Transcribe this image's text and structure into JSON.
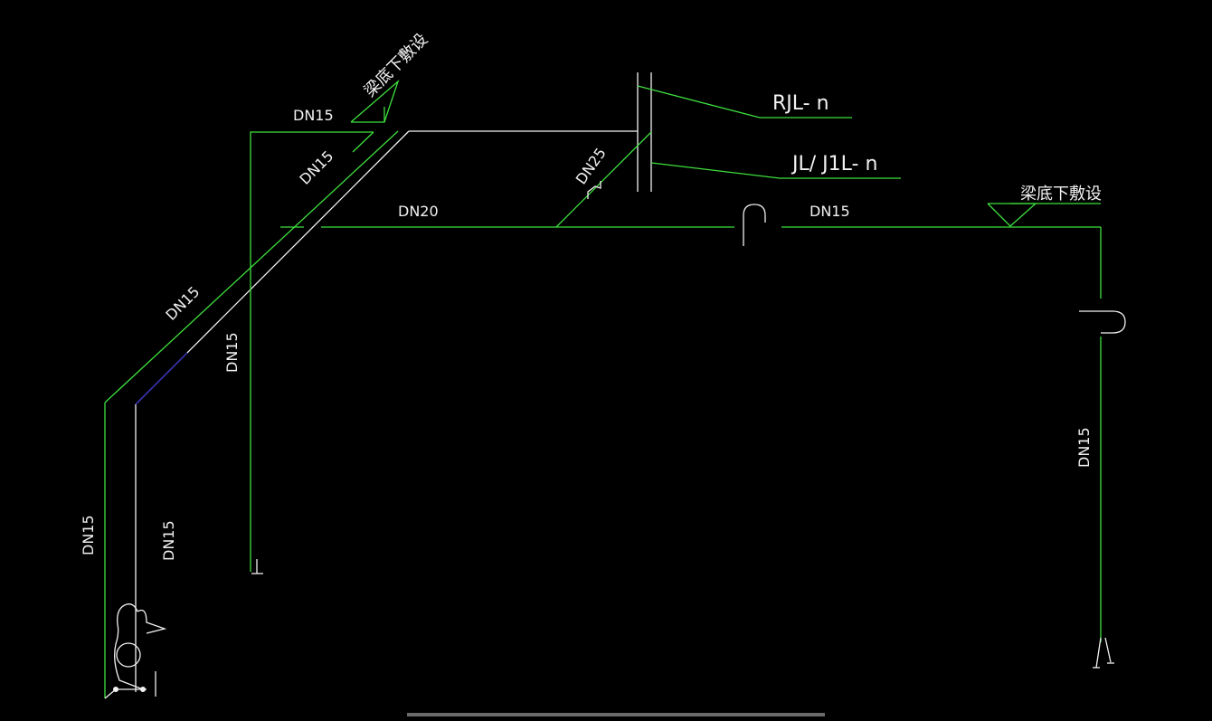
{
  "drawing": {
    "labels": {
      "beam_note_left": "梁底下敷设",
      "beam_note_right": "梁底下敷设",
      "top_branch": "DN15",
      "diag_upper": "DN15",
      "diag_lower": "DN15",
      "vertical_mid": "DN15",
      "left_outer": "DN15",
      "left_inner": "DN15",
      "main_run": "DN20",
      "riser_branch": "DN25",
      "right_run": "DN15",
      "right_drop": "DN15",
      "riser_tag_hot": "RJL- n",
      "riser_tag_cold": "JL/ J1L- n"
    },
    "colors": {
      "pipe_green": "#3ee03e",
      "pipe_white": "#f2f2f2",
      "pipe_blue": "#2a2ab0",
      "background": "#000000"
    }
  }
}
